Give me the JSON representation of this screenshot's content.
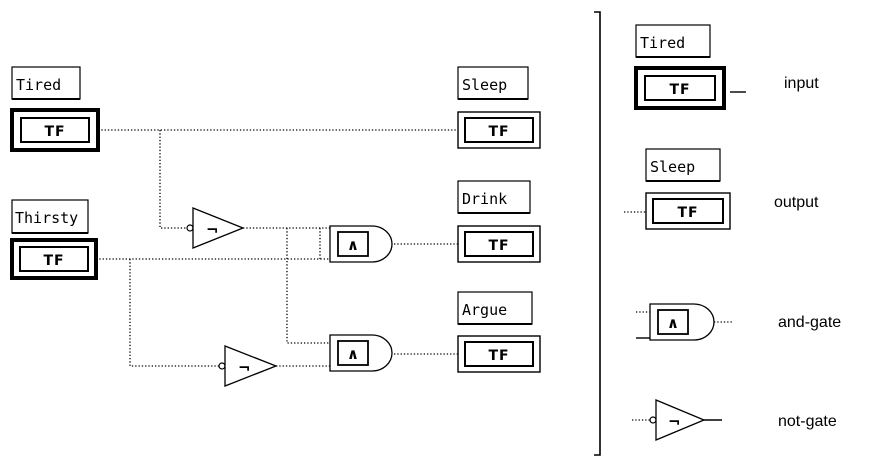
{
  "diagram": {
    "inputs": [
      {
        "label": "Tired",
        "box": "TF"
      },
      {
        "label": "Thirsty",
        "box": "TF"
      }
    ],
    "outputs": [
      {
        "label": "Sleep",
        "box": "TF"
      },
      {
        "label": "Drink",
        "box": "TF"
      },
      {
        "label": "Argue",
        "box": "TF"
      }
    ],
    "gates": {
      "and_symbol": "∧",
      "not_symbol": "¬"
    }
  },
  "legend": {
    "input": {
      "label": "Tired",
      "box": "TF",
      "caption": "input"
    },
    "output": {
      "label": "Sleep",
      "box": "TF",
      "caption": "output"
    },
    "and_gate": {
      "symbol": "∧",
      "caption": "and-gate"
    },
    "not_gate": {
      "symbol": "¬",
      "caption": "not-gate"
    }
  }
}
